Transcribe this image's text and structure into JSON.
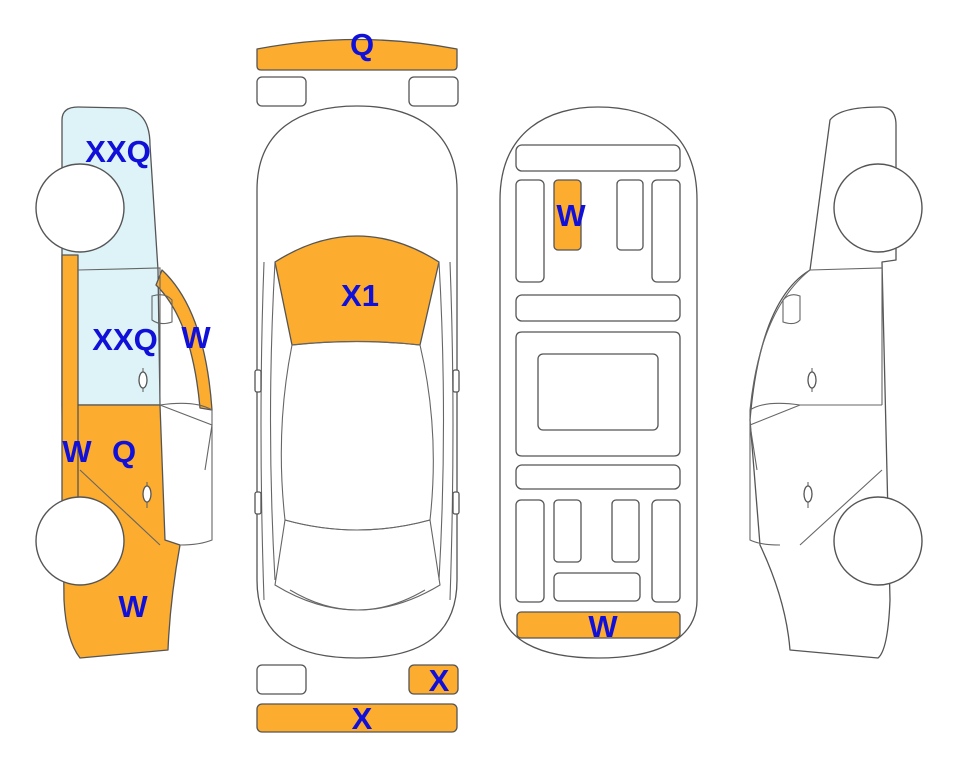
{
  "colors": {
    "damage_orange": "#FCAC2F",
    "glass_blue": "#DDF3F8",
    "code_blue": "#1010D8",
    "outline_gray": "#555555"
  },
  "front_bumper": {
    "code": "Q"
  },
  "hood": {
    "code": "X1"
  },
  "left_side": {
    "roof_glass_code": "XXQ",
    "rear_glass_code": "XXQ",
    "pillar_code": "W",
    "door_code_1": "W",
    "door_code_2": "Q",
    "rear_quarter_code": "W"
  },
  "interior": {
    "seat_code": "W",
    "trunk_panel_code": "W"
  },
  "rear_light_right": {
    "code": "X"
  },
  "rear_bumper": {
    "code": "X"
  }
}
